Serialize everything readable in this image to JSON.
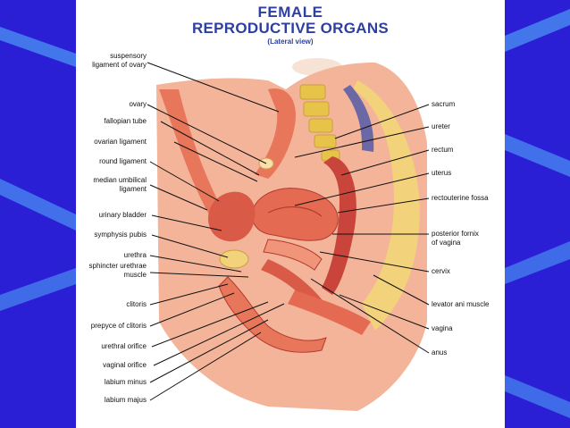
{
  "title_line1": "FEMALE",
  "title_line2": "REPRODUCTIVE ORGANS",
  "subtitle": "(Lateral view)",
  "colors": {
    "background": "#2b1fd6",
    "stripe": "#4a8cf0",
    "title": "#2d3fa0",
    "tissue": "#e8765a",
    "tissue_dark": "#c9443a",
    "bone": "#e8c34a",
    "fat": "#f2d27a"
  },
  "left_labels": [
    {
      "text": "suspensory",
      "text2": "ligament of ovary"
    },
    {
      "text": "ovary"
    },
    {
      "text": "fallopian tube"
    },
    {
      "text": "ovarian ligament"
    },
    {
      "text": "round ligament"
    },
    {
      "text": "median umbilical",
      "text2": "ligament"
    },
    {
      "text": "urinary bladder"
    },
    {
      "text": "symphysis pubis"
    },
    {
      "text": "urethra"
    },
    {
      "text": "sphincter urethrae",
      "text2": "muscle"
    },
    {
      "text": "clitoris"
    },
    {
      "text": "prepyce of clitoris"
    },
    {
      "text": "urethral orifice"
    },
    {
      "text": "vaginal orifice"
    },
    {
      "text": "labium minus"
    },
    {
      "text": "labium majus"
    }
  ],
  "right_labels": [
    {
      "text": "sacrum"
    },
    {
      "text": "ureter"
    },
    {
      "text": "rectum"
    },
    {
      "text": "uterus"
    },
    {
      "text": "rectouterine fossa"
    },
    {
      "text": "posterior fornix",
      "text2": "of vagina"
    },
    {
      "text": "cervix"
    },
    {
      "text": "levator ani muscle"
    },
    {
      "text": "vagina"
    },
    {
      "text": "anus"
    }
  ]
}
